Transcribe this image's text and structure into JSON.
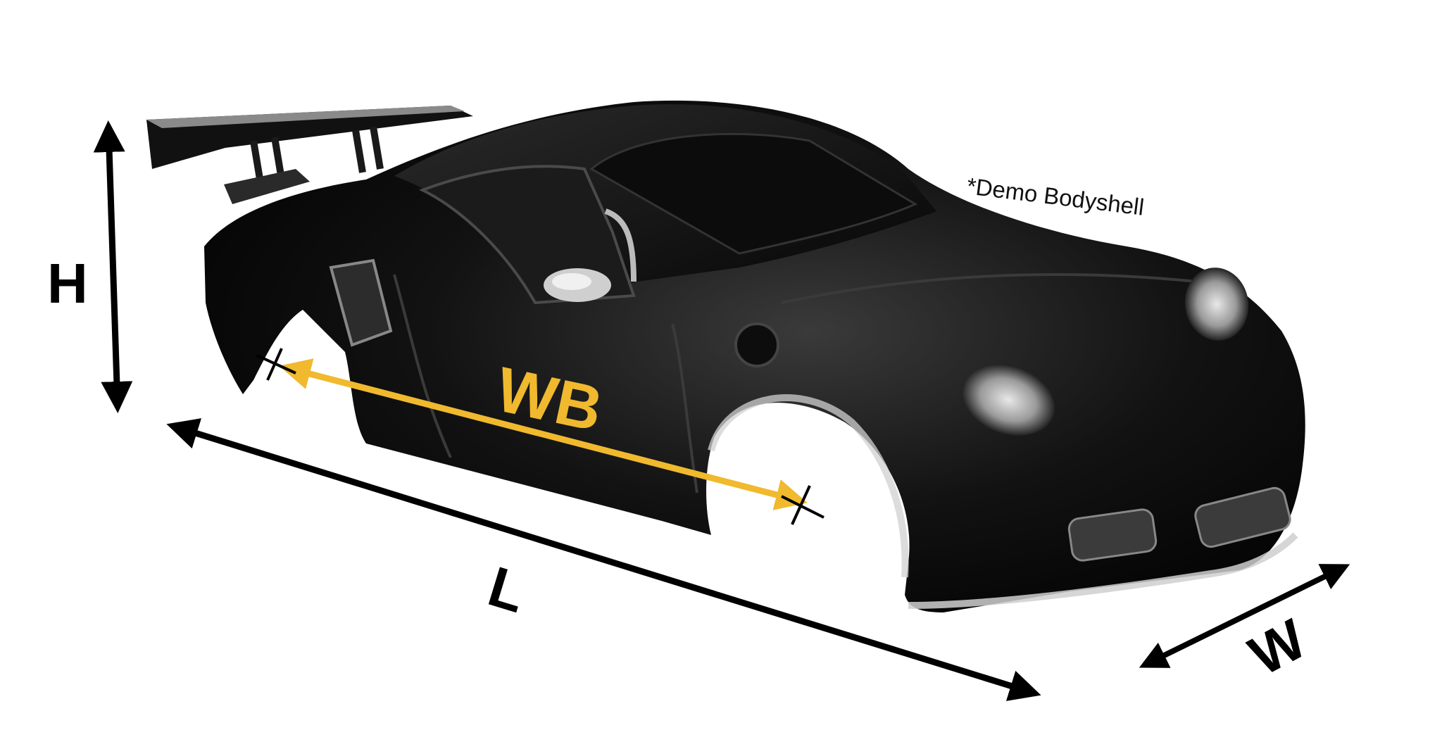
{
  "diagram": {
    "subject": "car bodyshell dimensions",
    "note": "*Demo Bodyshell",
    "labels": {
      "height": "H",
      "length": "L",
      "width": "W",
      "wheelbase": "WB"
    },
    "colors": {
      "background": "#ffffff",
      "body": "#0a0a0a",
      "dimension_arrows": "#000000",
      "wheelbase_accent": "#f0b92e"
    }
  }
}
